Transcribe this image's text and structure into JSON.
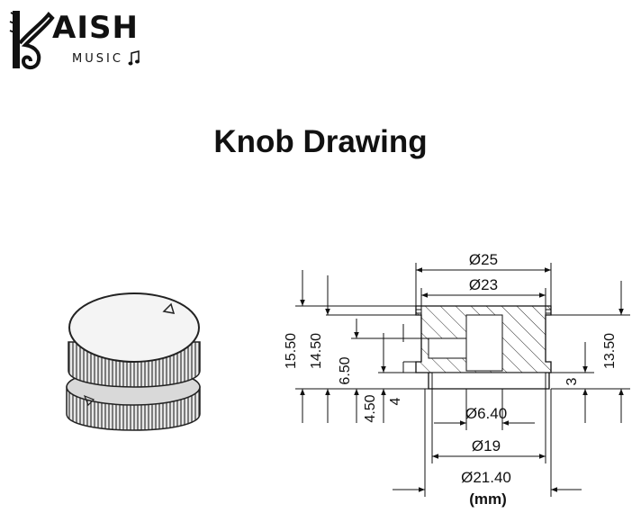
{
  "brand": {
    "name": "AISH",
    "sub": "MUSIC"
  },
  "title": "Knob Drawing",
  "dimensions": {
    "top_outer": "Ø25",
    "top_inner": "Ø23",
    "hole": "Ø6.40",
    "bottom_inner": "Ø19",
    "bottom_outer": "Ø21.40",
    "total_height": "15.50",
    "body_height": "14.50",
    "shaft_height": "6.50",
    "base_height": "4.50",
    "step_4": "4",
    "step_3": "3",
    "right_height": "13.50"
  },
  "unit": "(mm)",
  "icons": {
    "logo": "guitar-headstock-k-logo",
    "note": "music-note-icon",
    "knob": "knurled-knob-illustration"
  }
}
